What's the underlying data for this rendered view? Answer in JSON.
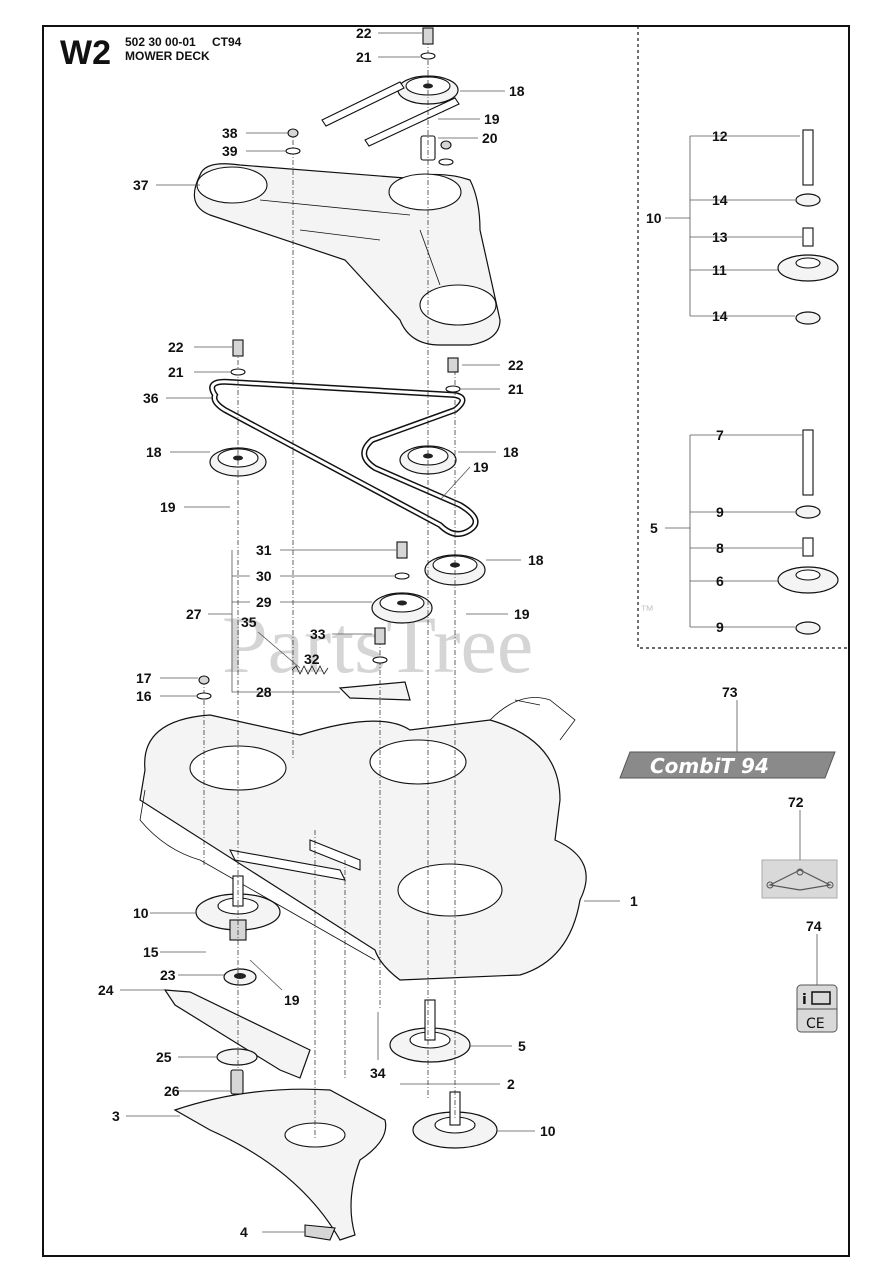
{
  "header": {
    "section_code": "W2",
    "part_number": "502 30 00-01",
    "model": "CT94",
    "title": "MOWER DECK"
  },
  "watermark": {
    "text": "PartsTree",
    "tm": "™"
  },
  "labels": {
    "model_badge": "CombiT 94",
    "sticker_ce": "CE"
  },
  "callouts": {
    "c1": "1",
    "c2": "2",
    "c3": "3",
    "c4": "4",
    "c5": "5",
    "c5b": "5",
    "c6": "6",
    "c7": "7",
    "c8": "8",
    "c9a": "9",
    "c9b": "9",
    "c10a": "10",
    "c10b": "10",
    "c10c": "10",
    "c11": "11",
    "c12": "12",
    "c13": "13",
    "c14a": "14",
    "c14b": "14",
    "c15": "15",
    "c16": "16",
    "c17": "17",
    "c18a": "18",
    "c18b": "18",
    "c18c": "18",
    "c18d": "18",
    "c19a": "19",
    "c19b": "19",
    "c19c": "19",
    "c19d": "19",
    "c19e": "19",
    "c20": "20",
    "c21a": "21",
    "c21b": "21",
    "c21c": "21",
    "c22a": "22",
    "c22b": "22",
    "c22c": "22",
    "c23": "23",
    "c24": "24",
    "c25": "25",
    "c26": "26",
    "c27": "27",
    "c28": "28",
    "c29": "29",
    "c30": "30",
    "c31": "31",
    "c32": "32",
    "c33": "33",
    "c34": "34",
    "c35": "35",
    "c36": "36",
    "c37": "37",
    "c38": "38",
    "c39": "39",
    "c72": "72",
    "c73": "73",
    "c74": "74"
  },
  "colors": {
    "line": "#111111",
    "watermark": "#c8c8c8",
    "badge_fill": "#8a8a8a",
    "badge_text": "#ffffff",
    "sticker_fill": "#d9d9d9"
  }
}
